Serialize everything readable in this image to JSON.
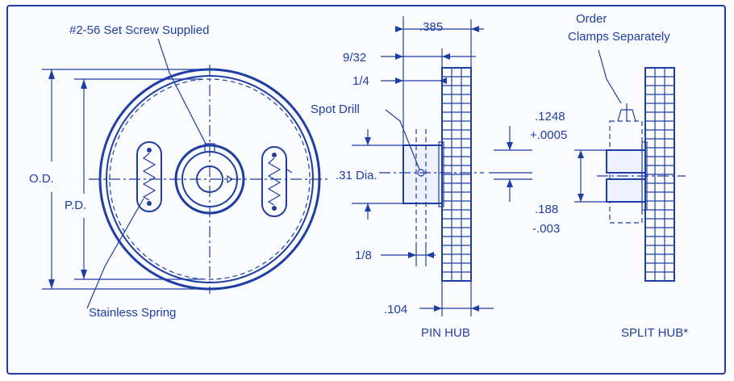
{
  "labels": {
    "set_screw": "#2-56 Set Screw Supplied",
    "stainless_spring": "Stainless Spring",
    "od": "O.D.",
    "pd": "P.D.",
    "dim_385": ".385",
    "dim_9_32": "9/32",
    "dim_1_4": "1/4",
    "spot_drill": "Spot Drill",
    "dia_31": ".31 Dia.",
    "dim_1_8": "1/8",
    "dim_104": ".104",
    "pin_hub": "PIN HUB",
    "dim_1248": ".1248",
    "dim_0005": "+.0005",
    "dim_188": ".188",
    "dim_003": "-.003",
    "order_line1": "Order",
    "order_line2": "Clamps Separately",
    "split_hub": "SPLIT HUB*"
  },
  "colors": {
    "ink": "#1f3ea3",
    "frame": "#1e3d9e",
    "background": "#fbfcff"
  }
}
